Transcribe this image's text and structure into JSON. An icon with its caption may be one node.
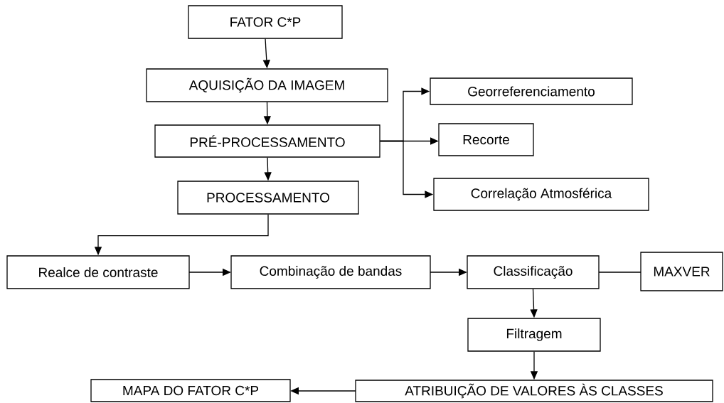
{
  "diagram": {
    "nodes": [
      {
        "text": [
          "FATOR C*P"
        ]
      },
      {
        "text": [
          "AQUISIÇÃO DA IMAGEM"
        ]
      },
      {
        "text": [
          "PRÉ-PROCESSAMENTO"
        ]
      },
      {
        "text": [
          "PROCESSAMENTO"
        ]
      },
      {
        "text": [
          "Georreferenciamento"
        ]
      },
      {
        "text": [
          "Recorte"
        ]
      },
      {
        "text": [
          "Correlação Atmosférica"
        ]
      },
      {
        "text": [
          "Realce de contraste"
        ]
      },
      {
        "text": [
          "Combinação de bandas"
        ]
      },
      {
        "text": [
          "Classificação"
        ]
      },
      {
        "text": [
          "MAXVER"
        ]
      },
      {
        "text": [
          "Filtragem"
        ]
      },
      {
        "text": [
          "ATRIBUIÇÃO DE VALORES ÀS CLASSES"
        ]
      },
      {
        "text": [
          "MAPA DO FATOR C*P"
        ]
      }
    ],
    "edges": [
      {
        "from": 0,
        "to": 1,
        "arrow": "to"
      },
      {
        "from": 1,
        "to": 2,
        "arrow": "to"
      },
      {
        "from": 2,
        "to": 4,
        "arrow": "to"
      },
      {
        "from": 2,
        "to": 5,
        "arrow": "to"
      },
      {
        "from": 2,
        "to": 6,
        "arrow": "to"
      },
      {
        "from": 2,
        "to": 3,
        "arrow": "to"
      },
      {
        "from": 3,
        "to": 7,
        "arrow": "to"
      },
      {
        "from": 7,
        "to": 8,
        "arrow": "to"
      },
      {
        "from": 8,
        "to": 9,
        "arrow": "to"
      },
      {
        "from": 9,
        "to": 10,
        "arrow": "none"
      },
      {
        "from": 9,
        "to": 11,
        "arrow": "to"
      },
      {
        "from": 11,
        "to": 12,
        "arrow": "to"
      },
      {
        "from": 12,
        "to": 13,
        "arrow": "to"
      }
    ]
  }
}
